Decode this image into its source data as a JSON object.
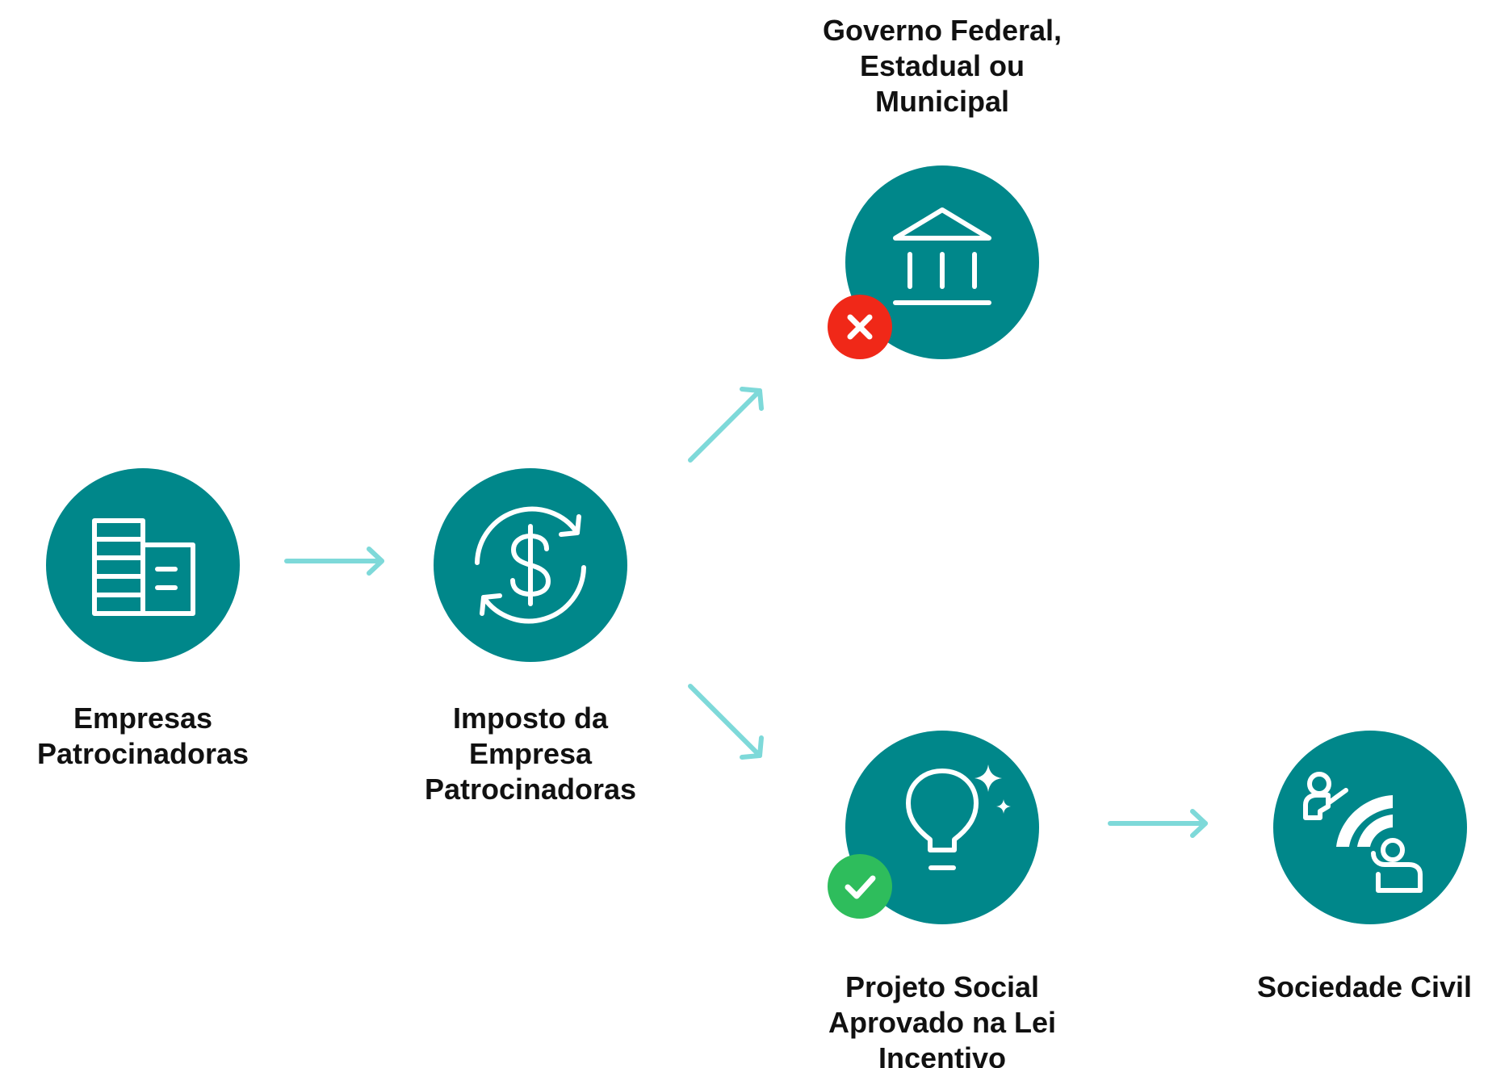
{
  "colors": {
    "node_fill": "#00878a",
    "icon_stroke": "#ffffff",
    "arrow": "#7ed9d9",
    "reject_badge": "#f02818",
    "approve_badge": "#2ebd5c",
    "text": "#111111"
  },
  "nodes": {
    "empresas": {
      "label": "Empresas\nPatrocinadoras",
      "icon": "building-icon"
    },
    "imposto": {
      "label": "Imposto da\nEmpresa\nPatrocinadoras",
      "icon": "dollar-refresh-icon"
    },
    "governo": {
      "label": "Governo Federal,\nEstadual ou\nMunicipal",
      "icon": "government-building-icon",
      "badge": "reject-x-icon"
    },
    "projeto": {
      "label": "Projeto Social\nAprovado na Lei\nIncentivo",
      "icon": "lightbulb-idea-icon",
      "badge": "approve-check-icon"
    },
    "sociedade": {
      "label": "Sociedade Civil",
      "icon": "people-community-icon"
    }
  }
}
